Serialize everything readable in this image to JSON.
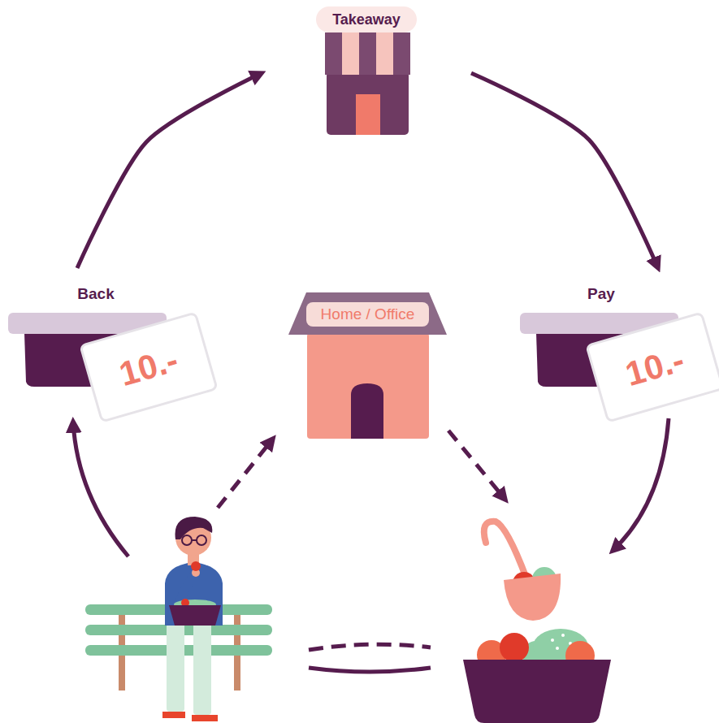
{
  "diagram": {
    "nodes": [
      {
        "text": [
          "Takeaway"
        ]
      },
      {
        "text": [
          "Back"
        ]
      },
      {
        "text": [
          "10.-"
        ],
        "in": 1
      },
      {
        "text": [
          "Home / Office"
        ]
      },
      {
        "text": [
          "Pay"
        ]
      },
      {
        "text": [
          "10.-"
        ],
        "in": 4
      }
    ],
    "edges": [
      {
        "from": 1,
        "to": 0,
        "arrow": "to"
      },
      {
        "from": 0,
        "to": 4,
        "arrow": "to"
      }
    ]
  }
}
